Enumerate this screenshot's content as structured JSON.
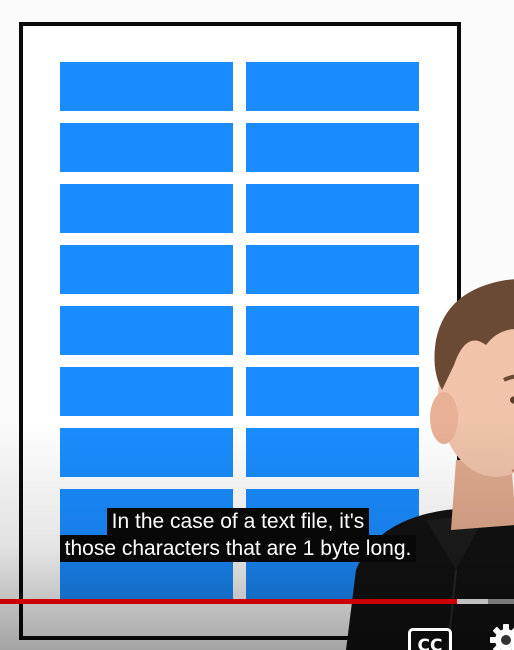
{
  "captions": {
    "line1": "In the case of a text file, it's",
    "line2": "those characters that are 1 byte long."
  },
  "player": {
    "progress_played_fraction": 0.89,
    "progress_buffered_fraction": 0.95,
    "cc_label": "CC",
    "icons": [
      "settings-gear-icon"
    ]
  },
  "illustration": {
    "block_color": "#1a8cff",
    "block_rows": 9,
    "block_columns": 2
  },
  "colors": {
    "progress_played": "#cc0000",
    "caption_background": "#080808"
  }
}
